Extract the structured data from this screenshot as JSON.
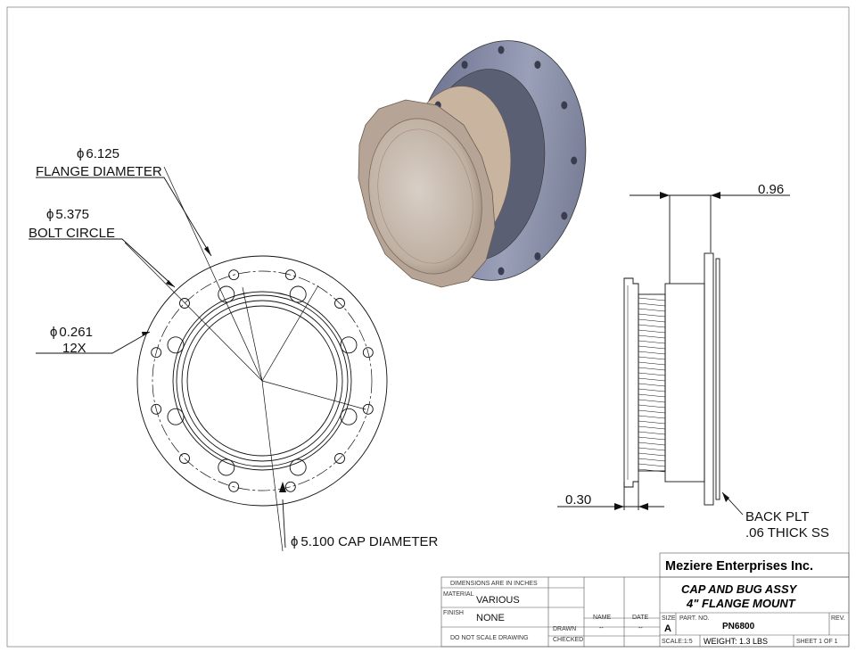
{
  "dimensions": {
    "flange_dia_value": "6.125",
    "flange_dia_label": "FLANGE DIAMETER",
    "bolt_circle_value": "5.375",
    "bolt_circle_label": "BOLT CIRCLE",
    "hole_dia_value": "0.261",
    "hole_count": "12X",
    "cap_dia": "5.100 CAP DIAMETER",
    "overall_depth": "0.96",
    "flange_thickness": "0.30",
    "back_plate_line1": "BACK PLT",
    "back_plate_line2": ".06 THICK SS",
    "dia_symbol": "ϕ"
  },
  "title_block": {
    "company": "Meziere Enterprises Inc.",
    "title_line1": "CAP AND BUG ASSY",
    "title_line2": "4\" FLANGE MOUNT",
    "units_note": "DIMENSIONS ARE IN INCHES",
    "material_label": "MATERIAL",
    "material_value": "VARIOUS",
    "finish_label": "FINISH",
    "finish_value": "NONE",
    "scale_note": "DO NOT SCALE DRAWING",
    "name_header": "NAME",
    "date_header": "DATE",
    "drawn_label": "DRAWN",
    "drawn_name": "--",
    "drawn_date": "--",
    "checked_label": "CHECKED",
    "size_label": "SIZE",
    "size_value": "A",
    "part_no_label": "PART. NO.",
    "part_no_value": "PN6800",
    "rev_label": "REV.",
    "scale": "SCALE:1:5",
    "weight": "WEIGHT: 1.3 LBS",
    "sheet": "SHEET 1 OF 1"
  },
  "colors": {
    "flange_fill": "#8a8fa8",
    "cap_fill": "#c9b8a8",
    "line": "#111111"
  }
}
